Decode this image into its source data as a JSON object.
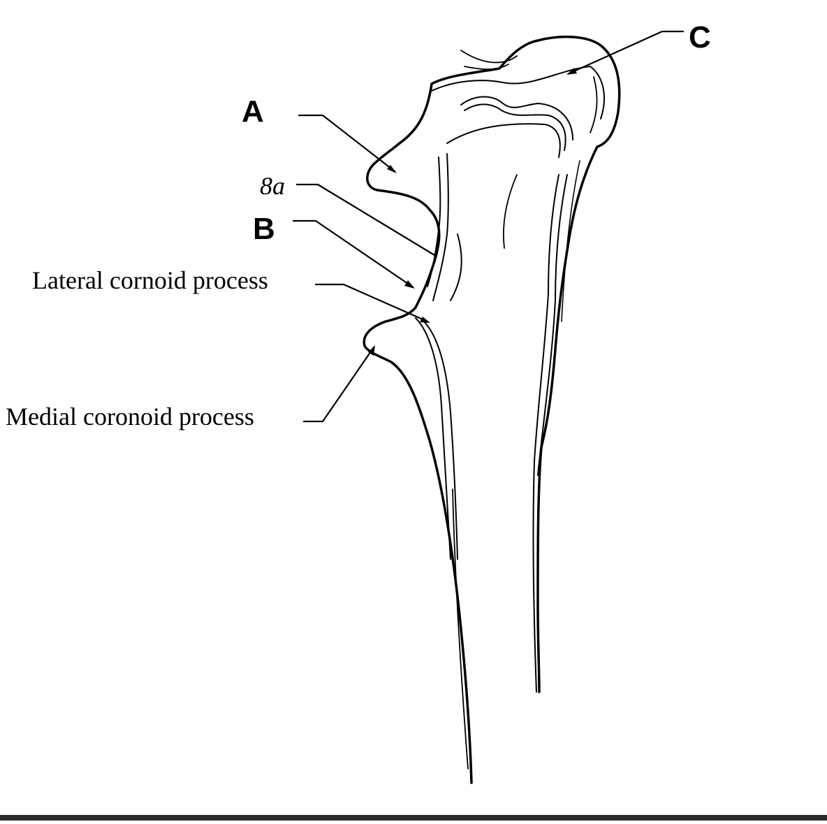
{
  "labels": {
    "a": "A",
    "eight_a": "8a",
    "b": "B",
    "c": "C",
    "lateral": "Lateral cornoid process",
    "medial": "Medial coronoid process"
  },
  "colors": {
    "ink": "#000000",
    "background": "#ffffff"
  }
}
